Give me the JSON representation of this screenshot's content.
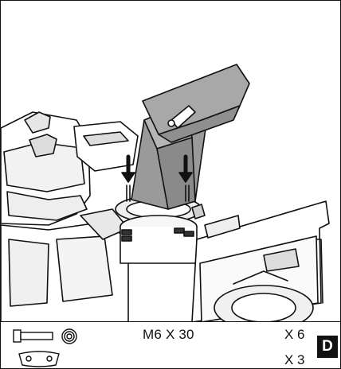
{
  "figure": {
    "label": "D"
  },
  "parts": [
    {
      "icon": "bolt-and-nut-icon",
      "spec": "M6 X 30",
      "qty": "X 6"
    },
    {
      "icon": "saddle-plate-icon",
      "spec": "",
      "qty": "X 3"
    }
  ]
}
